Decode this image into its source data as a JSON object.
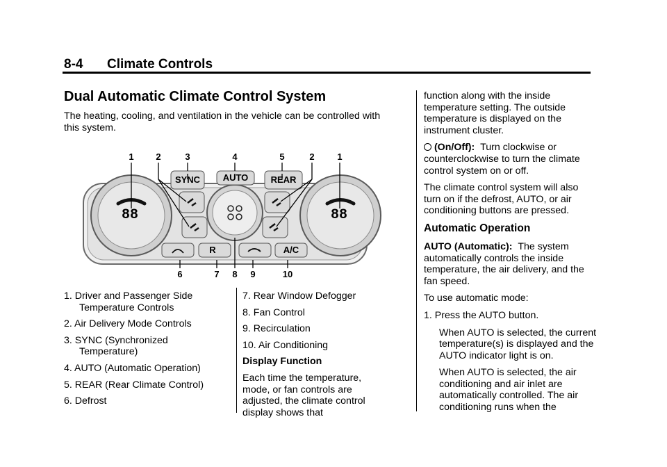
{
  "header": {
    "page_number": "8-4",
    "section": "Climate Controls"
  },
  "title": "Dual Automatic Climate Control System",
  "intro": "The heating, cooling, and ventilation in the vehicle can be controlled with this system.",
  "figure": {
    "callouts_top": [
      "1",
      "2",
      "3",
      "4",
      "5",
      "2",
      "1"
    ],
    "callouts_bottom": [
      "6",
      "7",
      "8",
      "9",
      "10"
    ],
    "button_labels": {
      "sync": "SYNC",
      "auto": "AUTO",
      "rear": "REAR",
      "ac": "A/C",
      "recirc_r": "R"
    },
    "display_left": "88",
    "display_right": "88"
  },
  "list_left": [
    "1. Driver and Passenger Side Temperature Controls",
    "2. Air Delivery Mode Controls",
    "3. SYNC (Synchronized Temperature)",
    "4. AUTO (Automatic Operation)",
    "5. REAR (Rear Climate Control)",
    "6. Defrost"
  ],
  "list_right": [
    "7. Rear Window Defogger",
    "8. Fan Control",
    "9. Recirculation",
    "10.  Air Conditioning"
  ],
  "display_function": {
    "heading": "Display Function",
    "text": "Each time the temperature, mode, or fan controls are adjusted, the climate control display shows that"
  },
  "col3": {
    "continuation": "function along with the inside temperature setting. The outside temperature is displayed on the instrument cluster.",
    "onoff_label": "(On/Off):",
    "onoff_text": "Turn clockwise or counterclockwise to turn the climate control system on or off.",
    "also_on": "The climate control system will also turn on if the defrost, AUTO, or air conditioning buttons are pressed.",
    "auto_heading": "Automatic Operation",
    "auto_label": "AUTO (Automatic):",
    "auto_text": "The system automatically controls the inside temperature, the air delivery, and the fan speed.",
    "to_use": "To use automatic mode:",
    "step1": "1. Press the AUTO button.",
    "step1_a": "When AUTO is selected, the current temperature(s) is displayed and the AUTO indicator light is on.",
    "step1_b": "When AUTO is selected, the air conditioning and air inlet are automatically controlled. The air conditioning runs when the"
  }
}
